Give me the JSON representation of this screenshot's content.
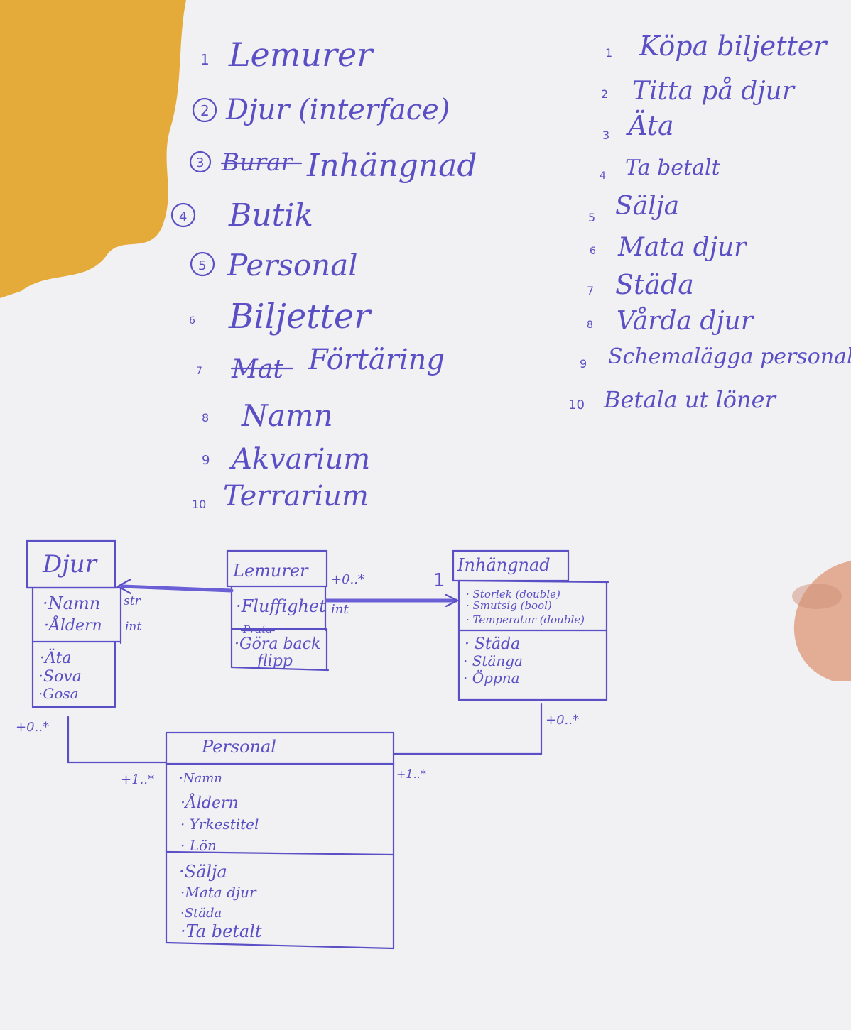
{
  "colors": {
    "ink": "#5a4fc4",
    "board": "#f1f1f4",
    "paper": "#e5ab3a",
    "hand": "#e0a58a"
  },
  "classes_list": [
    {
      "n": "1",
      "t": "Lemurer"
    },
    {
      "n": "2",
      "t": "Djur (interface)"
    },
    {
      "n": "3",
      "struck": "Burar",
      "t": "Inhängnad"
    },
    {
      "n": "4",
      "t": "Butik"
    },
    {
      "n": "5",
      "t": "Personal"
    },
    {
      "n": "6",
      "t": "Biljetter"
    },
    {
      "n": "7",
      "struck": "Mat",
      "t": "Förtäring"
    },
    {
      "n": "8",
      "t": "Namn"
    },
    {
      "n": "9",
      "t": "Akvarium"
    },
    {
      "n": "10",
      "t": "Terrarium"
    }
  ],
  "actions_list": [
    {
      "n": "1",
      "t": "Köpa biljetter"
    },
    {
      "n": "2",
      "t": "Titta på djur"
    },
    {
      "n": "3",
      "t": "Äta"
    },
    {
      "n": "4",
      "t": "Ta betalt"
    },
    {
      "n": "5",
      "t": "Sälja"
    },
    {
      "n": "6",
      "t": "Mata djur"
    },
    {
      "n": "7",
      "t": "Städa"
    },
    {
      "n": "8",
      "t": "Vårda djur"
    },
    {
      "n": "9",
      "t": "Schemalägga personal"
    },
    {
      "n": "10",
      "t": "Betala ut löner"
    }
  ],
  "uml": {
    "djur": {
      "name": "Djur",
      "attrs": [
        {
          "t": "·Namn",
          "type": "str"
        },
        {
          "t": "·Åldern",
          "type": "int"
        }
      ],
      "methods": [
        "·Äta",
        "·Sova",
        "·Gosa"
      ]
    },
    "lemurer": {
      "name": "Lemurer",
      "attrs": [
        {
          "t": "·Fluffighet",
          "type": "int"
        }
      ],
      "methods_struck": "Prata",
      "methods": [
        "·Göra back",
        "flipp"
      ]
    },
    "inhangnad": {
      "name": "Inhängnad",
      "attrs": [
        "· Storlek (double)",
        "· Smutsig (bool)",
        "· Temperatur (double)"
      ],
      "methods": [
        "· Städa",
        "· Stänga",
        "· Öppna"
      ]
    },
    "personal": {
      "name": "Personal",
      "attrs": [
        "·Namn",
        "·Åldern",
        "· Yrkestitel",
        "· Lön"
      ],
      "methods": [
        "·Sälja",
        "·Mata djur",
        "·Städa",
        "·Ta betalt"
      ]
    },
    "multiplicities": {
      "lemurer_to_inhangnad_left": "+0..*",
      "lemurer_to_inhangnad_right": "1",
      "djur_to_personal_top": "+0..*",
      "djur_to_personal_bottom": "+1..*",
      "inhangnad_to_personal_top": "+0..*",
      "inhangnad_to_personal_bottom": "+1..*"
    }
  }
}
